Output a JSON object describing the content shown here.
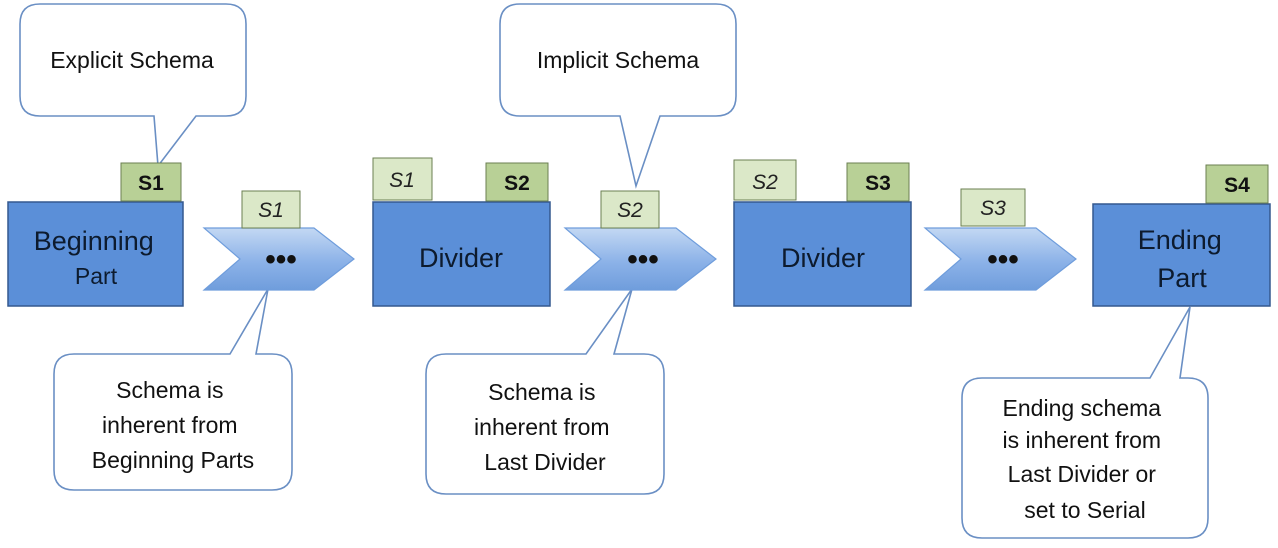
{
  "parts": {
    "beginning": {
      "line1": "Beginning",
      "line2": "Part",
      "schema": "S1"
    },
    "divider1": {
      "label": "Divider",
      "input_schema": "S1",
      "output_schema": "S2"
    },
    "divider2": {
      "label": "Divider",
      "input_schema": "S2",
      "output_schema": "S3"
    },
    "ending": {
      "line1": "Ending",
      "line2": "Part",
      "schema": "S4"
    }
  },
  "chevrons": [
    {
      "label": "•••",
      "schema": "S1"
    },
    {
      "label": "•••",
      "schema": "S2"
    },
    {
      "label": "•••",
      "schema": "S3"
    }
  ],
  "callouts": {
    "explicit": {
      "text": "Explicit Schema"
    },
    "implicit": {
      "text": "Implicit Schema"
    },
    "inherit_beginning": {
      "lines": [
        "Schema is",
        "inherent from",
        "Beginning Parts"
      ]
    },
    "inherit_divider": {
      "lines": [
        "Schema is",
        "inherent from",
        "Last Divider"
      ]
    },
    "ending": {
      "lines": [
        "Ending schema",
        "is inherent from",
        "Last Divider or",
        "set to Serial"
      ]
    }
  },
  "colors": {
    "box_fill": "#5b8fd8",
    "box_stroke": "#34588f",
    "tag_fill_light": "#dbe8c8",
    "tag_fill_dark": "#b8d096",
    "tag_stroke": "#6b7f52",
    "callout_stroke": "#6a8fc4"
  }
}
